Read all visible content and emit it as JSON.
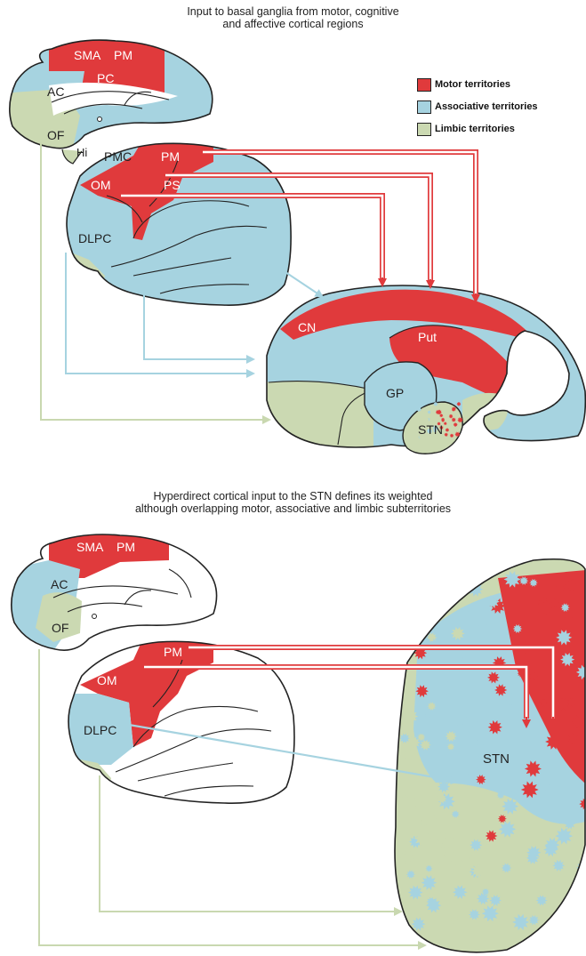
{
  "colors": {
    "motor": "#e03a3c",
    "associative": "#a6d3e0",
    "limbic": "#cbd9b2",
    "outline": "#222222",
    "limbic_arrow": "#c9d8b0"
  },
  "panel_top": {
    "caption_line1": "Input to basal ganglia from motor, cognitive",
    "caption_line2": "and affective cortical regions",
    "medial_labels": {
      "sma": "SMA",
      "pm": "PM",
      "pc": "PC",
      "ac": "AC",
      "of": "OF",
      "hi": "Hi"
    },
    "lateral_labels": {
      "pmc": "PMC",
      "pm": "PM",
      "om": "OM",
      "ps": "PS",
      "dlpc": "DLPC"
    },
    "bg_labels": {
      "cn": "CN",
      "put": "Put",
      "gp": "GP",
      "stn": "STN"
    }
  },
  "legend": {
    "motor": "Motor territories",
    "associative": "Associative territories",
    "limbic": "Limbic territories"
  },
  "panel_bottom": {
    "caption_line1": "Hyperdirect cortical input to the STN defines its weighted",
    "caption_line2": "although overlapping motor, associative and limbic subterritories",
    "medial_labels": {
      "sma": "SMA",
      "pm": "PM",
      "ac": "AC",
      "of": "OF"
    },
    "lateral_labels": {
      "pm": "PM",
      "om": "OM",
      "dlpc": "DLPC"
    },
    "stn_label": "STN"
  }
}
